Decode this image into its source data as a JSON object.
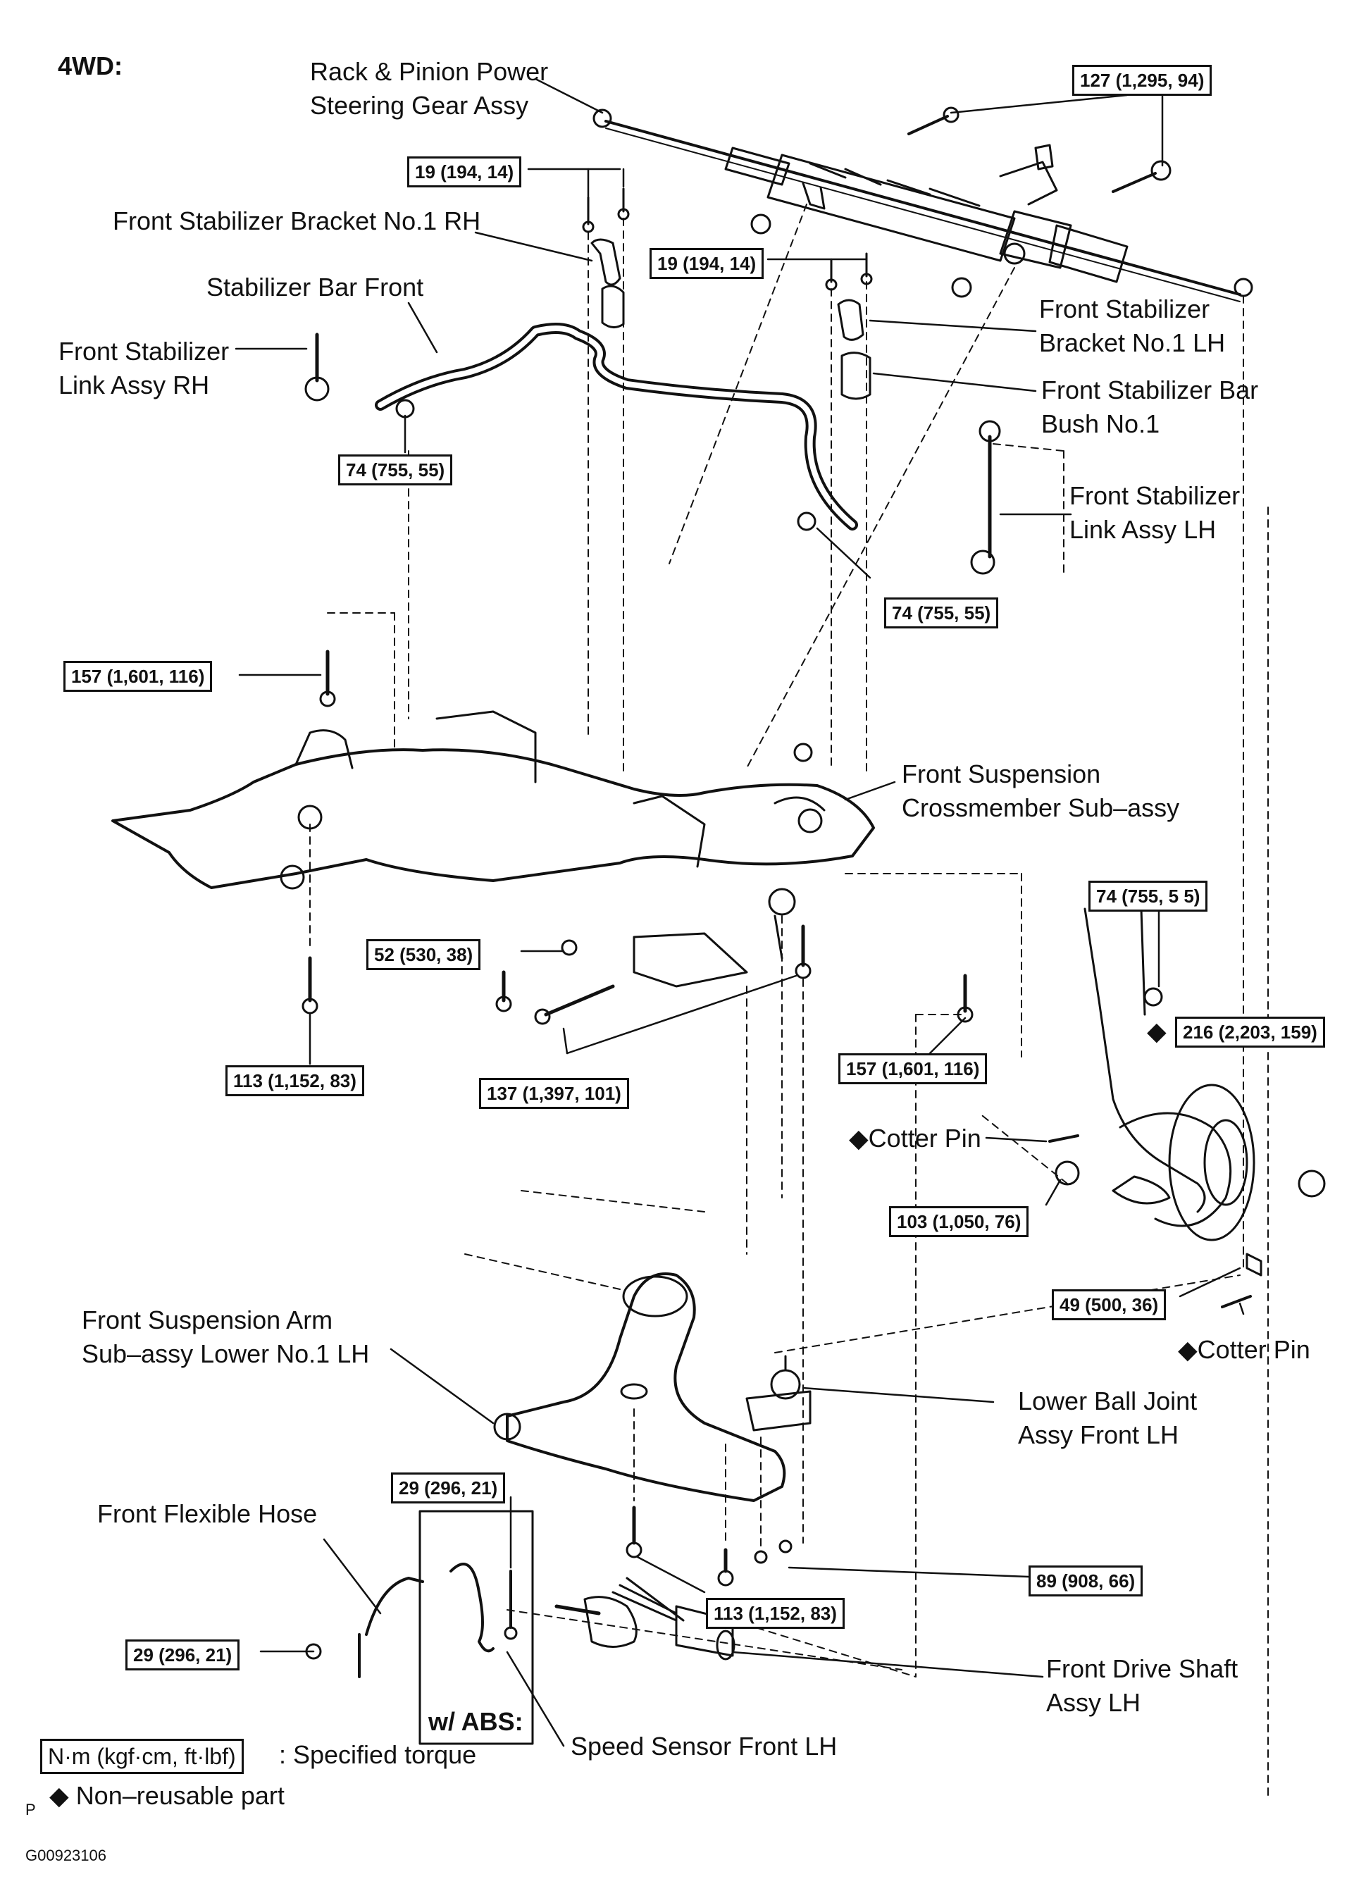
{
  "heading": "4WD:",
  "labels": {
    "rack_pinion": [
      "Rack & Pinion Power",
      "Steering Gear Assy"
    ],
    "bracket_rh": [
      "Front Stabilizer Bracket No.1 RH"
    ],
    "stab_bar": [
      "Stabilizer Bar Front"
    ],
    "link_rh": [
      "Front Stabilizer",
      "Link Assy RH"
    ],
    "bracket_lh": [
      "Front Stabilizer",
      "Bracket No.1 LH"
    ],
    "bush": [
      "Front Stabilizer Bar",
      "Bush No.1"
    ],
    "link_lh": [
      "Front Stabilizer",
      "Link Assy LH"
    ],
    "crossmember": [
      "Front Suspension",
      "Crossmember Sub–assy"
    ],
    "cotter_pin_1": [
      "◆Cotter Pin"
    ],
    "cotter_pin_2": [
      "◆Cotter Pin"
    ],
    "lower_arm": [
      "Front Suspension Arm",
      "Sub–assy Lower No.1 LH"
    ],
    "ball_joint": [
      "Lower Ball Joint",
      "Assy Front LH"
    ],
    "flex_hose": [
      "Front Flexible Hose"
    ],
    "with_abs": [
      "w/ ABS:"
    ],
    "speed_sensor": [
      "Speed Sensor Front LH"
    ],
    "drive_shaft": [
      "Front Drive Shaft",
      "Assy LH"
    ]
  },
  "torques": {
    "t_127": "127 (1,295, 94)",
    "t_19a": "19 (194, 14)",
    "t_19b": "19 (194, 14)",
    "t_74a": "74 (755, 55)",
    "t_74b": "74 (755, 55)",
    "t_157a": "157 (1,601, 116)",
    "t_74c": "74 (755, 5 5)",
    "t_216": "216 (2,203, 159)",
    "t_52": "52 (530, 38)",
    "t_113a": "113 (1,152, 83)",
    "t_137": "137 (1,397, 101)",
    "t_157b": "157 (1,601, 116)",
    "t_103": "103 (1,050, 76)",
    "t_49": "49 (500, 36)",
    "t_29a": "29 (296, 21)",
    "t_89": "89 (908, 66)",
    "t_113b": "113 (1,152, 83)",
    "t_29b": "29 (296, 21)"
  },
  "legend": {
    "unit_box": "N·m (kgf·cm, ft·lbf)",
    "unit_text": ": Specified torque",
    "nonreusable": "◆ Non–reusable part",
    "p_mark": "P",
    "code": "G00923106"
  }
}
